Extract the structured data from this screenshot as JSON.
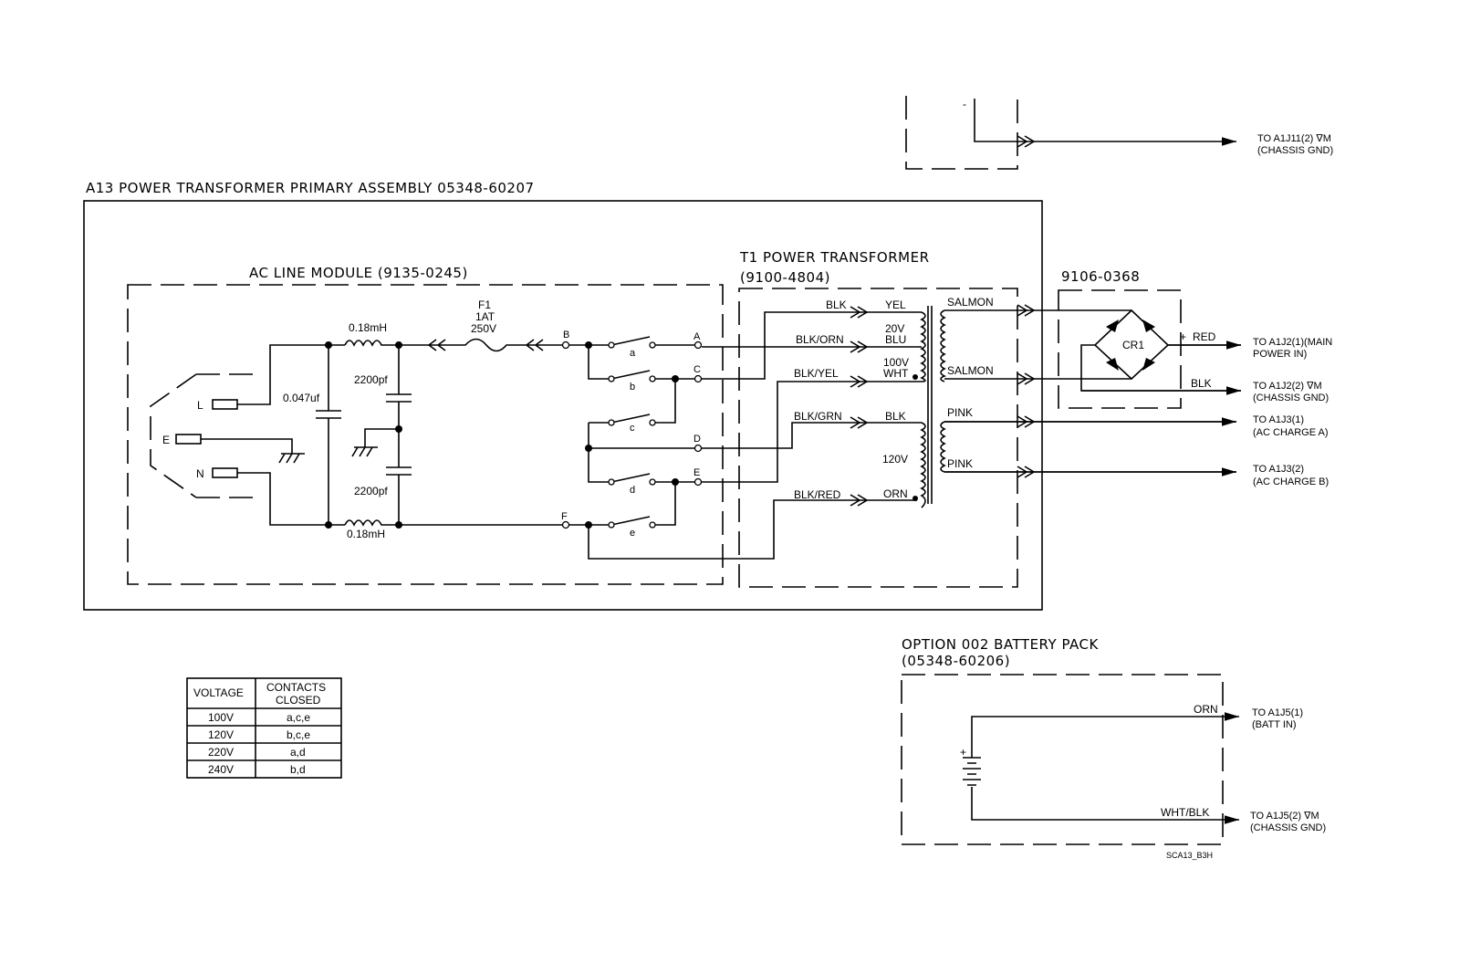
{
  "titles": {
    "assembly": "A13 POWER TRANSFORMER PRIMARY ASSEMBLY 05348-60207",
    "line_module": "AC LINE MODULE (9135-0245)",
    "transformer": "T1 POWER TRANSFORMER",
    "transformer_part": "(9100-4804)",
    "bridge_part": "9106-0368",
    "battery": "OPTION 002 BATTERY PACK",
    "battery_part": "(05348-60206)",
    "drawing_id": "SCA13_B3H"
  },
  "components": {
    "L": "L",
    "E": "E",
    "N": "N",
    "ind_top": "0.18mH",
    "ind_bot": "0.18mH",
    "cap_x": "0.047uf",
    "cap_y1": "2200pf",
    "cap_y2": "2200pf",
    "fuse_name": "F1",
    "fuse_rating": "1AT",
    "fuse_voltage": "250V",
    "bridge": "CR1",
    "nodes": {
      "A": "A",
      "B": "B",
      "C": "C",
      "D": "D",
      "E": "E",
      "F": "F"
    },
    "switches": {
      "a": "a",
      "b": "b",
      "c": "c",
      "d": "d",
      "e": "e"
    }
  },
  "wires": {
    "blk": "BLK",
    "blk_orn": "BLK/ORN",
    "blk_yel": "BLK/YEL",
    "blk_grn": "BLK/GRN",
    "blk_red": "BLK/RED",
    "yel": "YEL",
    "v20": "20V",
    "blu": "BLU",
    "v100": "100V",
    "wht": "WHT",
    "blk2": "BLK",
    "v120": "120V",
    "orn": "ORN",
    "salmon1": "SALMON",
    "salmon2": "SALMON",
    "pink1": "PINK",
    "pink2": "PINK",
    "red": "RED",
    "plus": "+",
    "blk_out": "BLK",
    "batt_orn": "ORN",
    "batt_wht_blk": "WHT/BLK",
    "batt_plus": "+",
    "top_minus": "-"
  },
  "destinations": {
    "chassis_top_1": "TO A1J11(2) ∇M",
    "chassis_top_2": "(CHASSIS GND)",
    "main_1": "TO A1J2(1)(MAIN",
    "main_2": "POWER IN)",
    "gnd_1": "TO A1J2(2) ∇M",
    "gnd_2": "(CHASSIS GND)",
    "chgA_1": "TO A1J3(1)",
    "chgA_2": "(AC CHARGE A)",
    "chgB_1": "TO A1J3(2)",
    "chgB_2": "(AC CHARGE B)",
    "batt_1": "TO A1J5(1)",
    "batt_2": "(BATT IN)",
    "batt_gnd_1": "TO A1J5(2) ∇M",
    "batt_gnd_2": "(CHASSIS GND)"
  },
  "table": {
    "headers": [
      "VOLTAGE",
      "CONTACTS",
      "CLOSED"
    ],
    "rows": [
      {
        "voltage": "100V",
        "contacts": "a,c,e"
      },
      {
        "voltage": "120V",
        "contacts": "b,c,e"
      },
      {
        "voltage": "220V",
        "contacts": "a,d"
      },
      {
        "voltage": "240V",
        "contacts": "b,d"
      }
    ]
  }
}
